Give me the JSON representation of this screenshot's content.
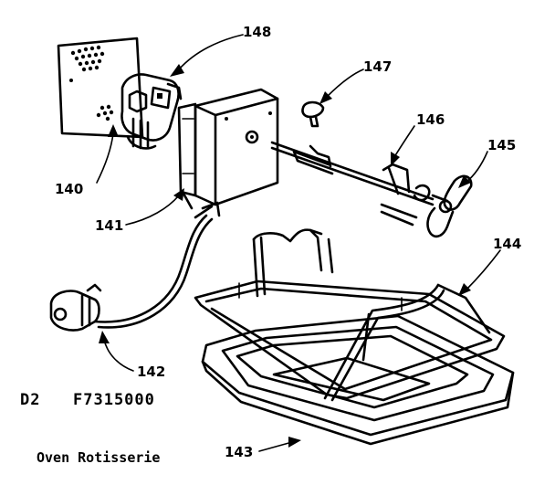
{
  "callouts": {
    "c140": "140",
    "c141": "141",
    "c142": "142",
    "c143": "143",
    "c144": "144",
    "c145": "145",
    "c146": "146",
    "c147": "147",
    "c148": "148"
  },
  "captions": {
    "diagram_code": "D2",
    "model_number": "F7315000",
    "title": "Oven Rotisserie"
  },
  "colors": {
    "ink": "#000000",
    "background": "#ffffff"
  }
}
